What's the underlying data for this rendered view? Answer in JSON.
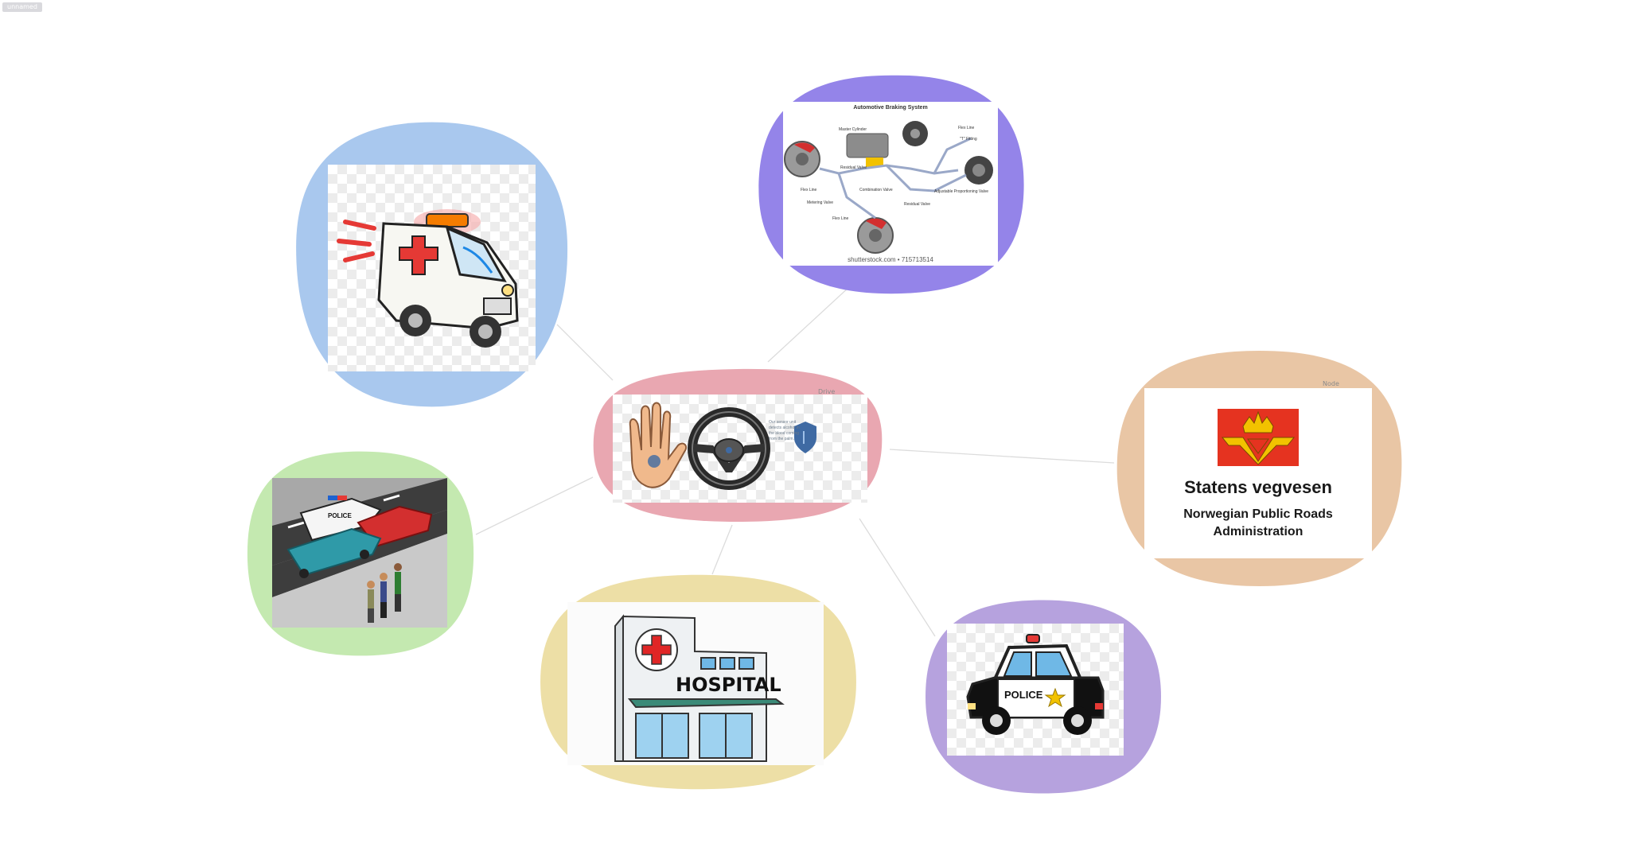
{
  "app": {
    "badge": "unnamed"
  },
  "nodes": {
    "center": {
      "tag": "Drive",
      "note": "Our sensor unit detects alcohol in the blood coming from the palm."
    },
    "brakes": {
      "title": "Automotive Braking System",
      "source": "shutterstock.com • 715713514",
      "labels": [
        "Master Cylinder",
        "Flex Line",
        "\"T\" Fitting",
        "Residual Valve",
        "Flex Line",
        "Combination Valve",
        "Adjustable Proportioning Valve",
        "Metering Valve",
        "Residual Valve",
        "Flex Line"
      ]
    },
    "statens": {
      "tag": "Node",
      "name": "Statens vegvesen",
      "subtitle": "Norwegian Public Roads Administration"
    },
    "hospital": {
      "sign": "HOSPITAL"
    },
    "police_car": {
      "door_text": "POLICE"
    },
    "accident": {
      "car_text": "POLICE"
    },
    "ambulance": {}
  },
  "colors": {
    "ambulance_blob": "#a9c8ee",
    "brakes_blob": "#9484e9",
    "center_blob": "#e9a7b1",
    "statens_blob": "#e9c6a5",
    "accident_blob": "#c4e9b0",
    "hospital_blob": "#eddfa6",
    "police_blob": "#b6a2de",
    "link": "#dcdcdc"
  },
  "icons": [
    "ambulance-icon",
    "hand-icon",
    "steering-wheel-icon",
    "shield-icon",
    "hospital-icon",
    "police-car-icon",
    "crown-emblem-icon"
  ]
}
